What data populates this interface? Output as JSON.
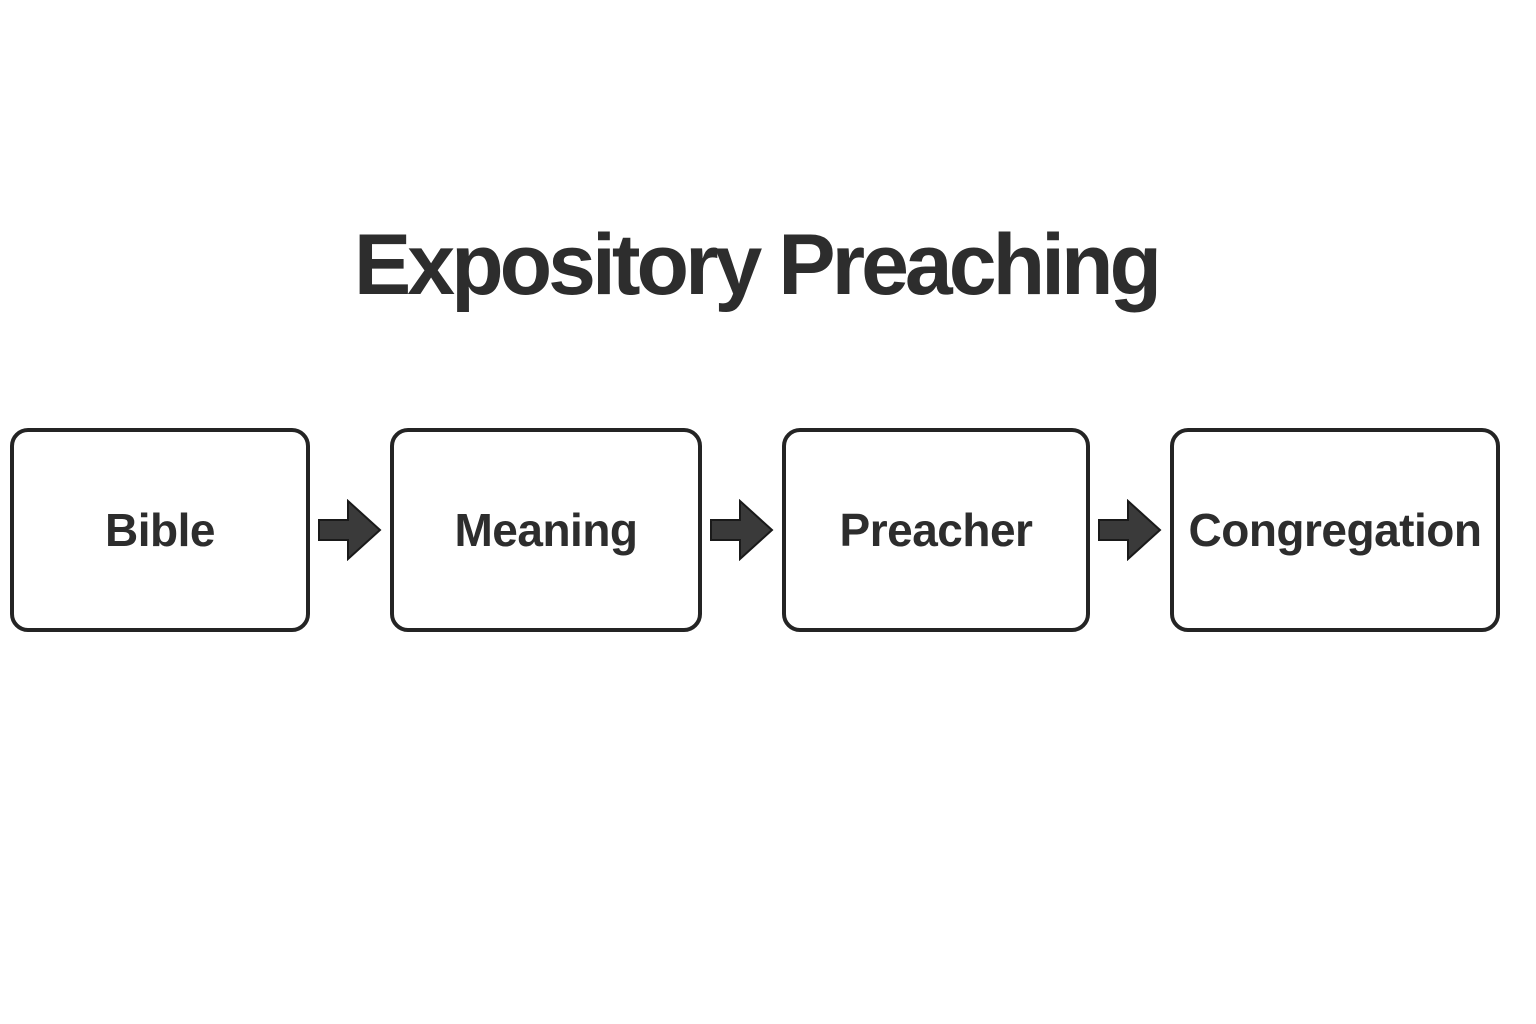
{
  "title": "Expository Preaching",
  "flow": {
    "nodes": [
      {
        "id": "bible",
        "label": "Bible"
      },
      {
        "id": "meaning",
        "label": "Meaning"
      },
      {
        "id": "preacher",
        "label": "Preacher"
      },
      {
        "id": "congregation",
        "label": "Congregation"
      }
    ],
    "connector_icon": "arrow-right-icon",
    "direction": "left-to-right"
  },
  "colors": {
    "background": "#ffffff",
    "node_border": "#242424",
    "node_fill": "#ffffff",
    "text": "#2d2d2d",
    "arrow_fill": "#3a3a3a",
    "arrow_edge": "#1a1a1a"
  }
}
